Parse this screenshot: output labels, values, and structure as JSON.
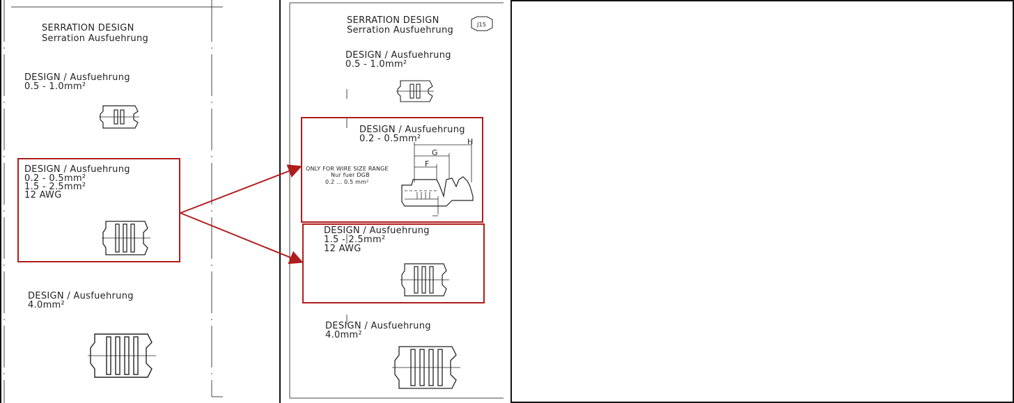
{
  "left_panel": {
    "title_en": "SERRATION DESIGN",
    "title_de": "Serration Ausfuehrung",
    "blocks": [
      {
        "heading": "DESIGN / Ausfuehrung",
        "lines": [
          "0.5 - 1.0mm²"
        ]
      },
      {
        "heading": "DESIGN / Ausfuehrung",
        "lines": [
          "0.2 - 0.5mm²",
          "1.5 - 2.5mm²",
          "12 AWG"
        ]
      },
      {
        "heading": "DESIGN / Ausfuehrung",
        "lines": [
          "4.0mm²"
        ]
      }
    ]
  },
  "right_panel": {
    "title_en": "SERRATION DESIGN",
    "title_de": "Serration Ausfuehrung",
    "badge": "J15",
    "blocks": [
      {
        "heading": "DESIGN / Ausfuehrung",
        "lines": [
          "0.5 - 1.0mm²"
        ]
      },
      {
        "heading": "DESIGN / Ausfuehrung",
        "lines": [
          "0.2 - 0.5mm²"
        ],
        "note_lines": [
          "ONLY FOR WIRE SIZE RANGE",
          "Nur fuer DGB",
          "0.2 ... 0.5 mm²"
        ],
        "dims": [
          "H",
          "G",
          "F"
        ]
      },
      {
        "heading": "DESIGN / Ausfuehrung",
        "lines": [
          "1.5 - 2.5mm²",
          "12 AWG"
        ]
      },
      {
        "heading": "DESIGN / Ausfuehrung",
        "lines": [
          "4.0mm²"
        ]
      }
    ]
  },
  "colors": {
    "highlight": "#b01c1c",
    "line": "#111111"
  }
}
